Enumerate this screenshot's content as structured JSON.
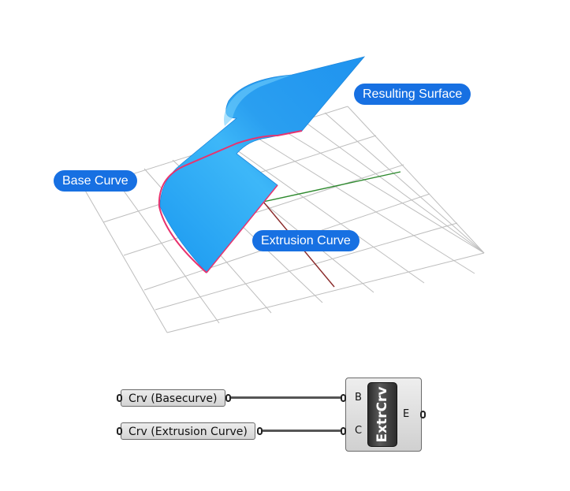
{
  "labels": {
    "base_curve": "Base Curve",
    "resulting_surface": "Resulting Surface",
    "extrusion_curve": "Extrusion Curve"
  },
  "params": {
    "basecurve": "Crv (Basecurve)",
    "extrusion": "Crv (Extrusion Curve)"
  },
  "component": {
    "name": "ExtrCrv",
    "input_b": "B",
    "input_c": "C",
    "output_e": "E"
  },
  "colors": {
    "callout": "#1770e2",
    "surface": "#2da9f3",
    "curve": "#e8336e",
    "x_axis": "#8a2a2a",
    "y_axis": "#2e8a2e",
    "grid": "#bdbdbd"
  }
}
